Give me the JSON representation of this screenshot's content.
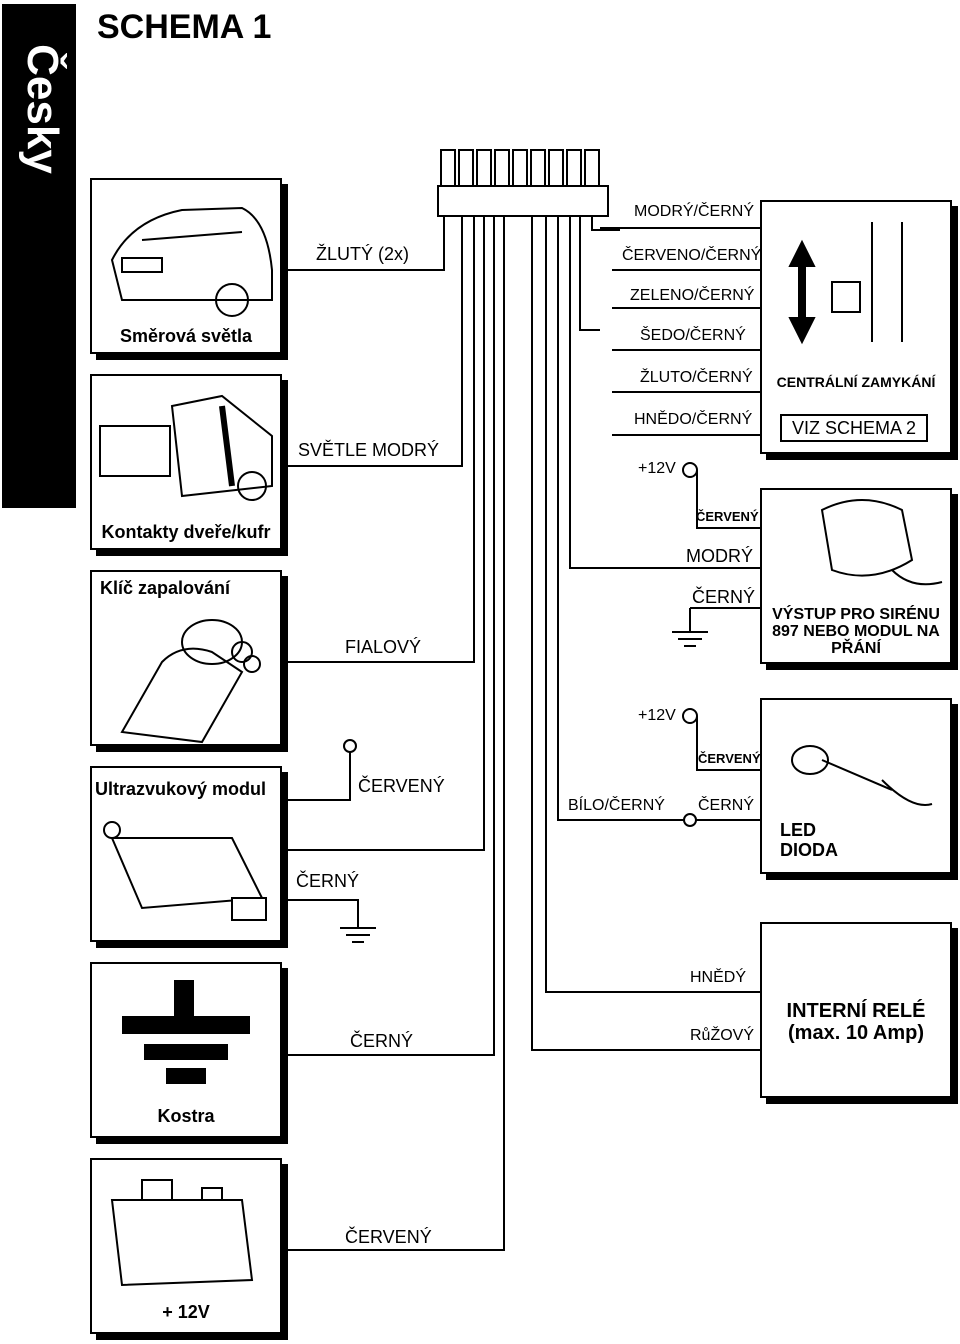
{
  "page": {
    "language_tab": "Česky",
    "title": "SCHEMA 1"
  },
  "devices": {
    "turn_lights": "Směrová světla",
    "door_contacts": "Kontakty dveře/kufr",
    "ignition": "Klíč zapalování",
    "ultrasonic": "Ultrazvukový modul",
    "ground": "Kostra",
    "battery": "+ 12V",
    "central_locking": "CENTRÁLNÍ ZAMYKÁNÍ",
    "see_schema": "VIZ SCHEMA 2",
    "siren": "VÝSTUP PRO SIRÉNU 897 NEBO MODUL NA PŘÁNÍ",
    "led": "LED DIODA",
    "relay": "INTERNÍ RELÉ (max. 10 Amp)"
  },
  "wires": {
    "yellow": "ŽLUTÝ (2x)",
    "light_blue": "SVĚTLE MODRÝ",
    "violet": "FIALOVÝ",
    "us_red": "ČERVENÝ",
    "us_black": "ČERNÝ",
    "ground_black": "ČERNÝ",
    "battery_red": "ČERVENÝ",
    "blue_black": "MODRÝ/ČERNÝ",
    "red_black": "ČERVENO/ČERNÝ",
    "green_black": "ZELENO/ČERNÝ",
    "grey_black": "ŠEDO/ČERNÝ",
    "yellow_black": "ŽLUTO/ČERNÝ",
    "brown_black": "HNĚDO/ČERNÝ",
    "plus12_a": "+12V",
    "siren_red": "ČERVENÝ",
    "siren_blue": "MODRÝ",
    "siren_black": "ČERNÝ",
    "plus12_b": "+12V",
    "led_red": "ČERVENÝ",
    "white_black": "BÍLO/ČERNÝ",
    "led_black": "ČERNÝ",
    "brown": "HNĚDÝ",
    "pink": "RůŽOVÝ"
  }
}
